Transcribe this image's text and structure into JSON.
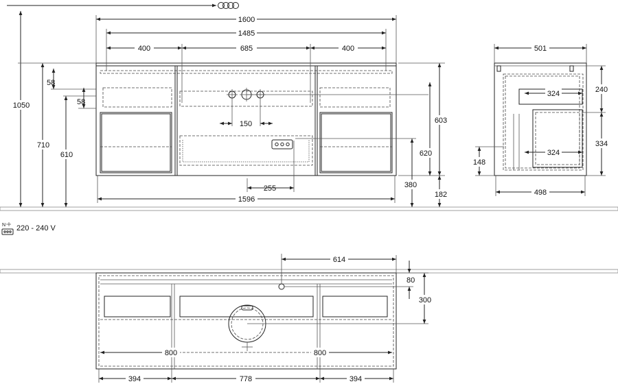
{
  "front_view": {
    "dims": {
      "total_height": "1050",
      "top_height": "710",
      "sink_height": "610",
      "upper_offset": "58",
      "lower_offset": "58",
      "width_total": "1600",
      "width_inner": "1485",
      "left_module": "400",
      "center_module": "685",
      "right_module": "400",
      "tap_spacing": "150",
      "drain_offset": "255",
      "bottom_width": "1596",
      "body_height": "603",
      "drawer_height": "620",
      "floor_380": "380",
      "floor_182": "182"
    }
  },
  "side_view": {
    "dims": {
      "depth_top": "501",
      "depth_bottom": "498",
      "shelf_top": "324",
      "shelf_bottom": "324",
      "upper_h": "240",
      "lower_h": "334",
      "drain_h": "148"
    }
  },
  "electrical": {
    "label": "220 - 240 V",
    "icon": "power-socket-icon"
  },
  "top_view": {
    "dims": {
      "wall_offset": "614",
      "depth_80": "80",
      "depth_300": "300",
      "left_800": "800",
      "right_800": "800",
      "left_bottom": "394",
      "center_bottom": "778",
      "right_bottom": "394"
    }
  },
  "icons": {
    "top_symbol": "ring-chain-icon"
  }
}
